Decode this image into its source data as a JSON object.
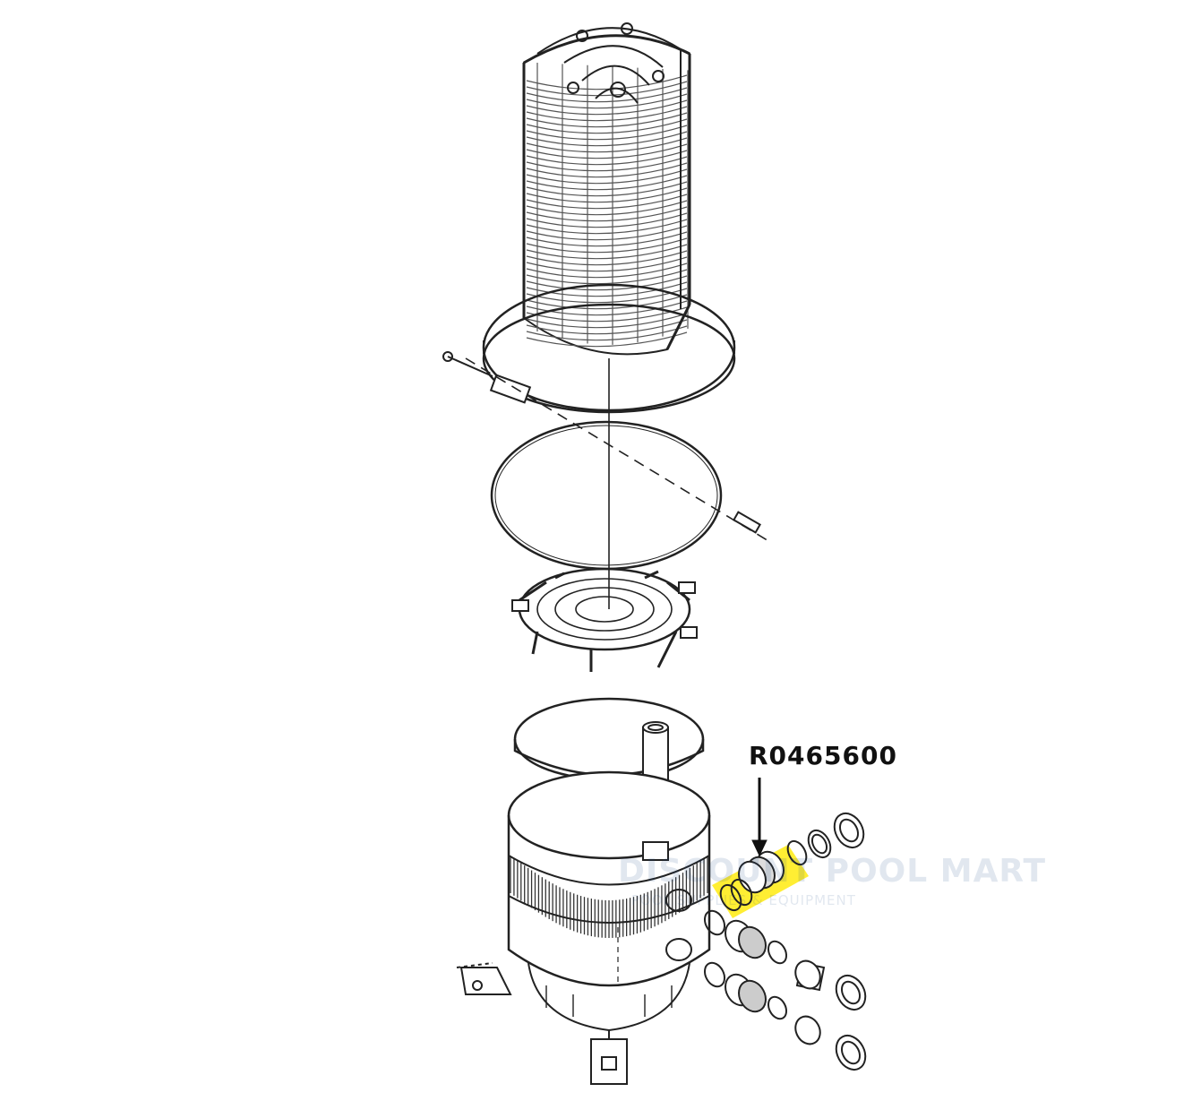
{
  "diagram": {
    "callout_part_number": "R0465600",
    "highlight_color": "#ffee33",
    "line_color": "#222222"
  },
  "watermark": {
    "main": "DISCOUNT POOL MART",
    "sub": "POOL SUPPLIES & EQUIPMENT"
  }
}
